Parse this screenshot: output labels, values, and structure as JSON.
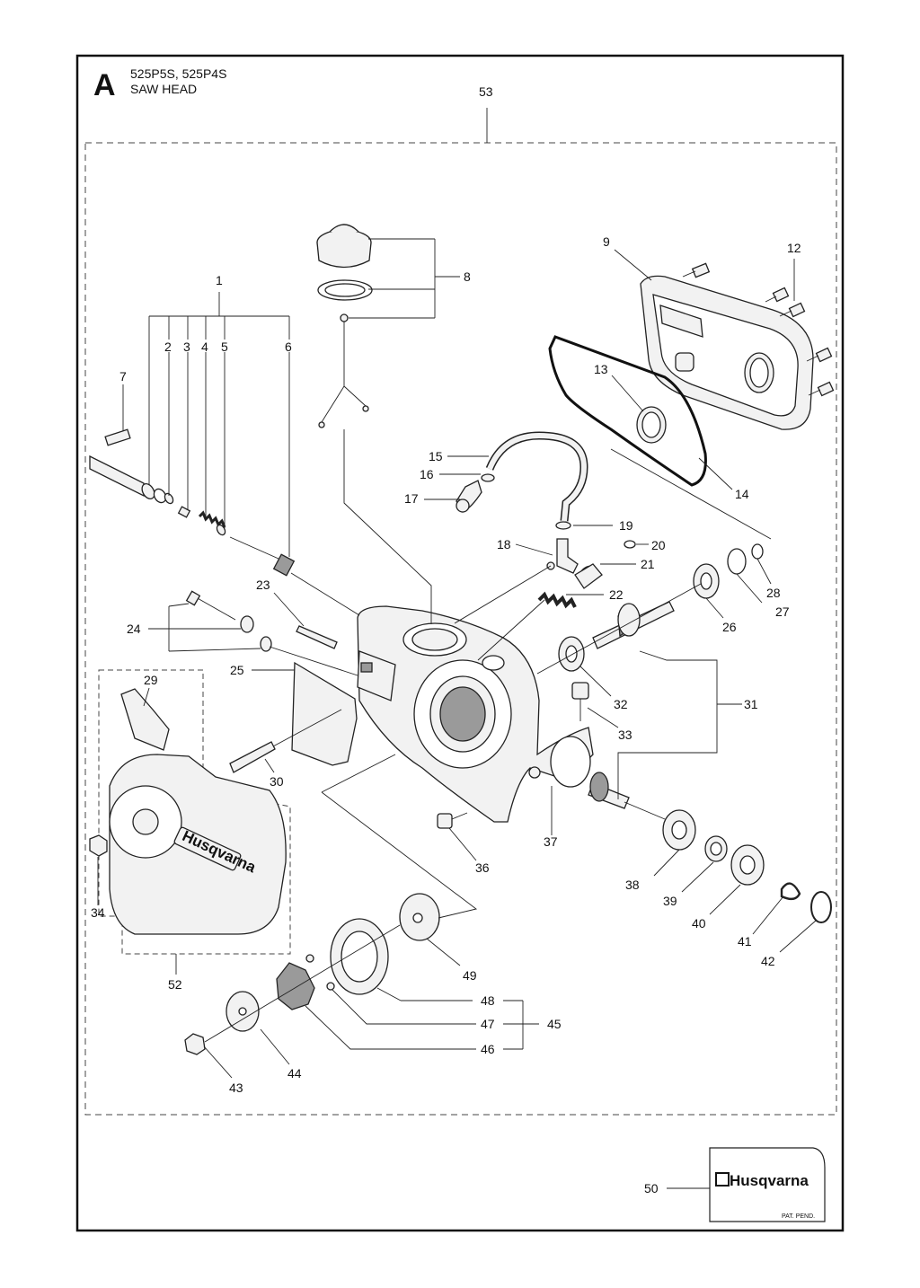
{
  "header": {
    "section_letter": "A",
    "models": "525P5S, 525P4S",
    "title": "SAW HEAD"
  },
  "labels": {
    "l1": "1",
    "l2": "2",
    "l3": "3",
    "l4": "4",
    "l5": "5",
    "l6": "6",
    "l7": "7",
    "l8": "8",
    "l9": "9",
    "l12": "12",
    "l13": "13",
    "l14": "14",
    "l15": "15",
    "l16": "16",
    "l17": "17",
    "l18": "18",
    "l19": "19",
    "l20": "20",
    "l21": "21",
    "l22": "22",
    "l23": "23",
    "l24": "24",
    "l25": "25",
    "l26": "26",
    "l27": "27",
    "l28": "28",
    "l29": "29",
    "l30": "30",
    "l31": "31",
    "l32": "32",
    "l33": "33",
    "l34": "34",
    "l36": "36",
    "l37": "37",
    "l38": "38",
    "l39": "39",
    "l40": "40",
    "l41": "41",
    "l42": "42",
    "l43": "43",
    "l44": "44",
    "l45": "45",
    "l46": "46",
    "l47": "47",
    "l48": "48",
    "l49": "49",
    "l50": "50",
    "l52": "52",
    "l53": "53"
  },
  "decal": {
    "brand": "Husqvarna",
    "patent": "PAT. PEND."
  },
  "cover_logo": "Husqvarna",
  "icons": {
    "brand_logo": "husqvarna-crown-icon"
  },
  "colors": {
    "line": "#222222",
    "part_fill": "#f2f2f2",
    "shading": "#9a9a9a"
  }
}
